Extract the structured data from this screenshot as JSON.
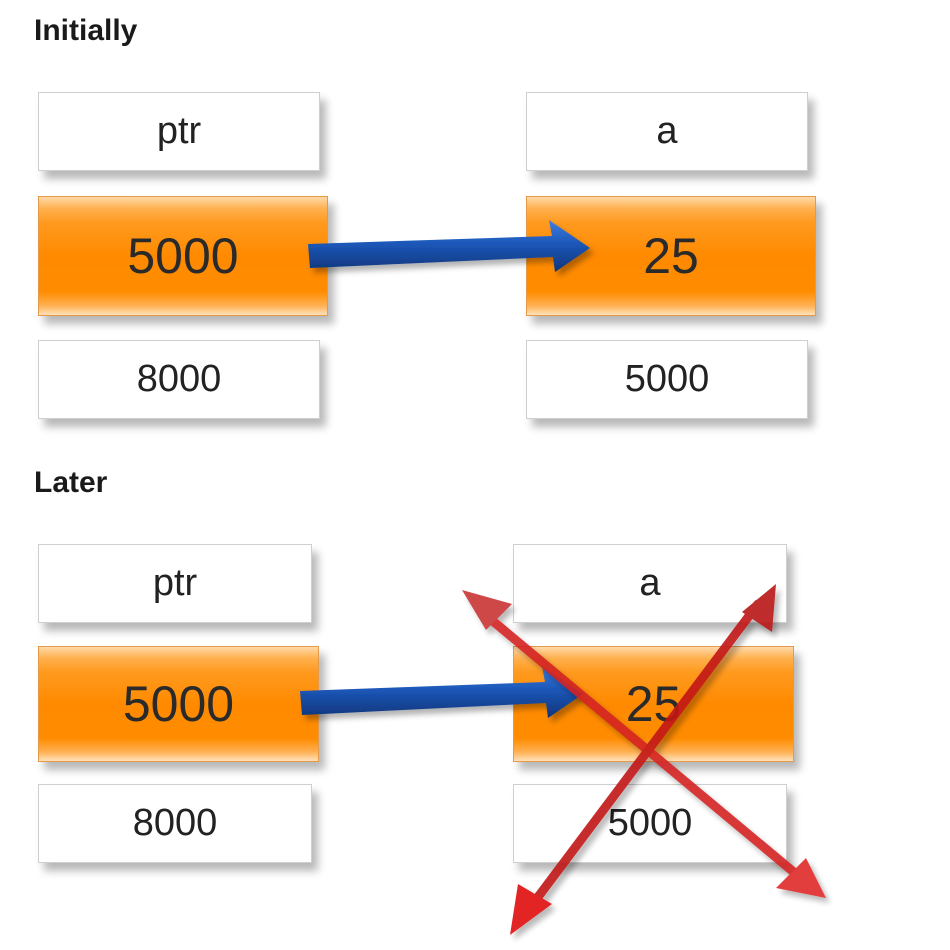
{
  "initially": {
    "heading": "Initially",
    "ptr_label": "ptr",
    "ptr_value": "5000",
    "ptr_address": "8000",
    "a_label": "a",
    "a_value": "25",
    "a_address": "5000"
  },
  "later": {
    "heading": "Later",
    "ptr_label": "ptr",
    "ptr_value": "5000",
    "ptr_address": "8000",
    "a_label": "a",
    "a_value": "25",
    "a_address": "5000"
  },
  "colors": {
    "pointer_arrow": "#1a4fa8",
    "cross_arrow": "#d11c1c",
    "cell_fill": "#ff8c00"
  }
}
